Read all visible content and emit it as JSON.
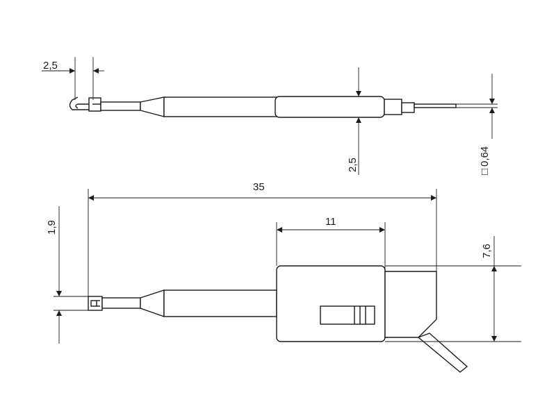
{
  "dimensions": {
    "top_left_width": "2,5",
    "top_body_diameter": "2,5",
    "pin_square": "0,64",
    "overall_length": "35",
    "grip_length": "11",
    "tip_width": "1,9",
    "grip_height": "7,6"
  },
  "pin_square_symbol": "□"
}
